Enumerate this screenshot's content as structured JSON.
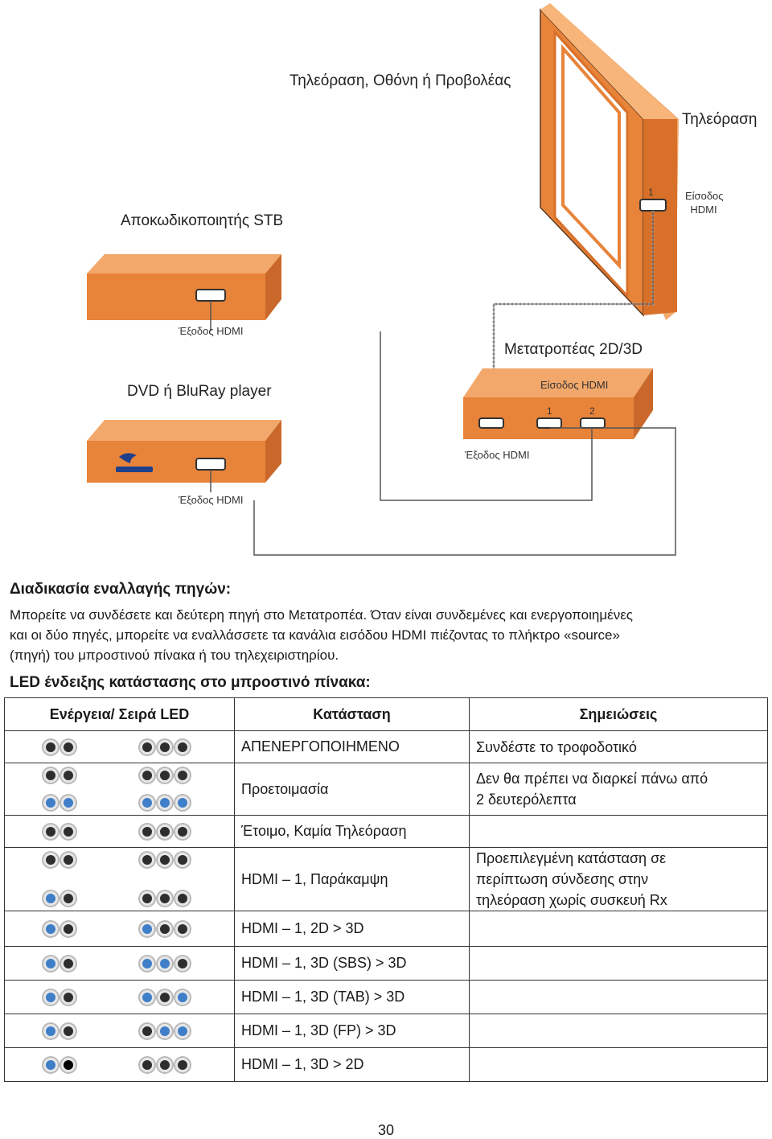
{
  "diagram": {
    "tv_group_label": "Τηλεόραση, Οθόνη ή Προβολέας",
    "tv_label": "Τηλεόραση",
    "tv_input_label": [
      "Είσοδος",
      "HDMI"
    ],
    "tv_port_number": "1",
    "stb_label": "Αποκωδικοποιητής STB",
    "stb_output_label": "Έξοδος HDMI",
    "converter_label": "Μετατροπέας 2D/3D",
    "converter_input_label": "Είσοδος HDMI",
    "converter_output_label": "Έξοδος HDMI",
    "converter_ports": [
      "1",
      "2"
    ],
    "bluray_label": "DVD ή BluRay player",
    "bluray_output_label": "Έξοδος HDMI",
    "device_color": "#e8833a"
  },
  "switching": {
    "title": "Διαδικασία εναλλαγής πηγών:",
    "lines": [
      "Μπορείτε να συνδέσετε και δεύτερη πηγή στο Μετατροπέα. Όταν είναι συνδεμένες και ενεργοποιημένες",
      "και οι δύο πηγές, μπορείτε να εναλλάσσετε τα κανάλια εισόδου HDMI πιέζοντας το πλήκτρο «source»",
      "(πηγή) του μπροστινού πίνακα ή του τηλεχειριστηρίου."
    ]
  },
  "led_section": {
    "title": "LED ένδειξης κατάστασης στο μπροστινό πίνακα:",
    "headers": [
      "Ενέργεια/ Σειρά LED",
      "Κατάσταση",
      "Σημειώσεις"
    ],
    "led_colors": {
      "off": "#2e2e2e",
      "blue": "#3f7ec8",
      "black": "#000000"
    },
    "rows": [
      {
        "state": "ΑΠΕΝΕΡΓΟΠΟΙΗΜΕΝΟ",
        "note": [
          "Συνδέστε το τροφοδοτικό"
        ],
        "leds": [
          [
            "off",
            "off",
            "off",
            "off",
            "off"
          ]
        ]
      },
      {
        "state": "Προετοιμασία",
        "note": [
          "Δεν θα πρέπει να διαρκεί πάνω από",
          "2 δευτερόλεπτα"
        ],
        "leds": [
          [
            "off",
            "off",
            "off",
            "off",
            "off"
          ],
          [
            "blue",
            "blue",
            "blue",
            "blue",
            "blue"
          ]
        ]
      },
      {
        "state": "Έτοιμο, Καμία Τηλεόραση",
        "note": [],
        "leds": [
          [
            "off",
            "off",
            "off",
            "off",
            "off"
          ]
        ]
      },
      {
        "state": "HDMI – 1, Παράκαμψη",
        "note": [
          "Προεπιλεγμένη κατάσταση σε",
          "περίπτωση σύνδεσης στην",
          "τηλεόραση χωρίς συσκευή Rx"
        ],
        "leds": [
          [
            "off",
            "off",
            "off",
            "off",
            "off"
          ],
          [
            "blue",
            "off",
            "off",
            "off",
            "off"
          ]
        ]
      },
      {
        "state": "HDMI – 1, 2D > 3D",
        "note": [],
        "leds": [
          [
            "blue",
            "off",
            "blue",
            "off",
            "off"
          ]
        ]
      },
      {
        "state": "HDMI – 1, 3D (SBS) > 3D",
        "note": [],
        "leds": [
          [
            "blue",
            "off",
            "blue",
            "blue",
            "off"
          ]
        ]
      },
      {
        "state": "HDMI – 1, 3D (TAB) > 3D",
        "note": [],
        "leds": [
          [
            "blue",
            "off",
            "blue",
            "off",
            "blue"
          ]
        ]
      },
      {
        "state": "HDMI – 1, 3D (FP) > 3D",
        "note": [],
        "leds": [
          [
            "blue",
            "off",
            "off",
            "blue",
            "blue"
          ]
        ]
      },
      {
        "state": "HDMI – 1, 3D > 2D",
        "note": [],
        "leds": [
          [
            "blue",
            "black",
            "off",
            "off",
            "off"
          ]
        ]
      }
    ]
  },
  "page_number": "30"
}
